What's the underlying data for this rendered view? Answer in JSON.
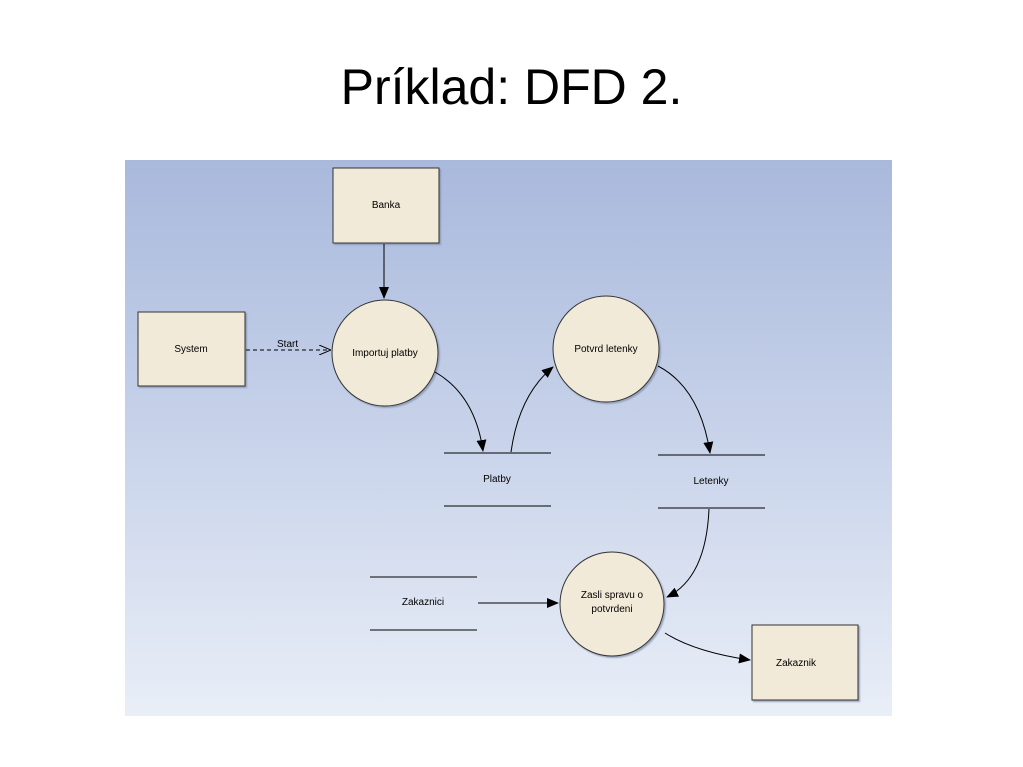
{
  "slide": {
    "title": "Príklad: DFD 2."
  },
  "diagram": {
    "entities": {
      "banka": "Banka",
      "system": "System",
      "zakaznik": "Zakaznik"
    },
    "processes": {
      "importuj": "Importuj platby",
      "potvrd": "Potvrd letenky",
      "zasli_line1": "Zasli spravu o",
      "zasli_line2": "potvrdeni"
    },
    "stores": {
      "platby": "Platby",
      "letenky": "Letenky",
      "zakaznici": "Zakaznici"
    },
    "flows": {
      "start": "Start"
    },
    "colors": {
      "shape_fill": "#f1ead9",
      "canvas_top": "#a9b9dc",
      "canvas_bottom": "#e9eef7",
      "stroke": "#000000"
    }
  }
}
